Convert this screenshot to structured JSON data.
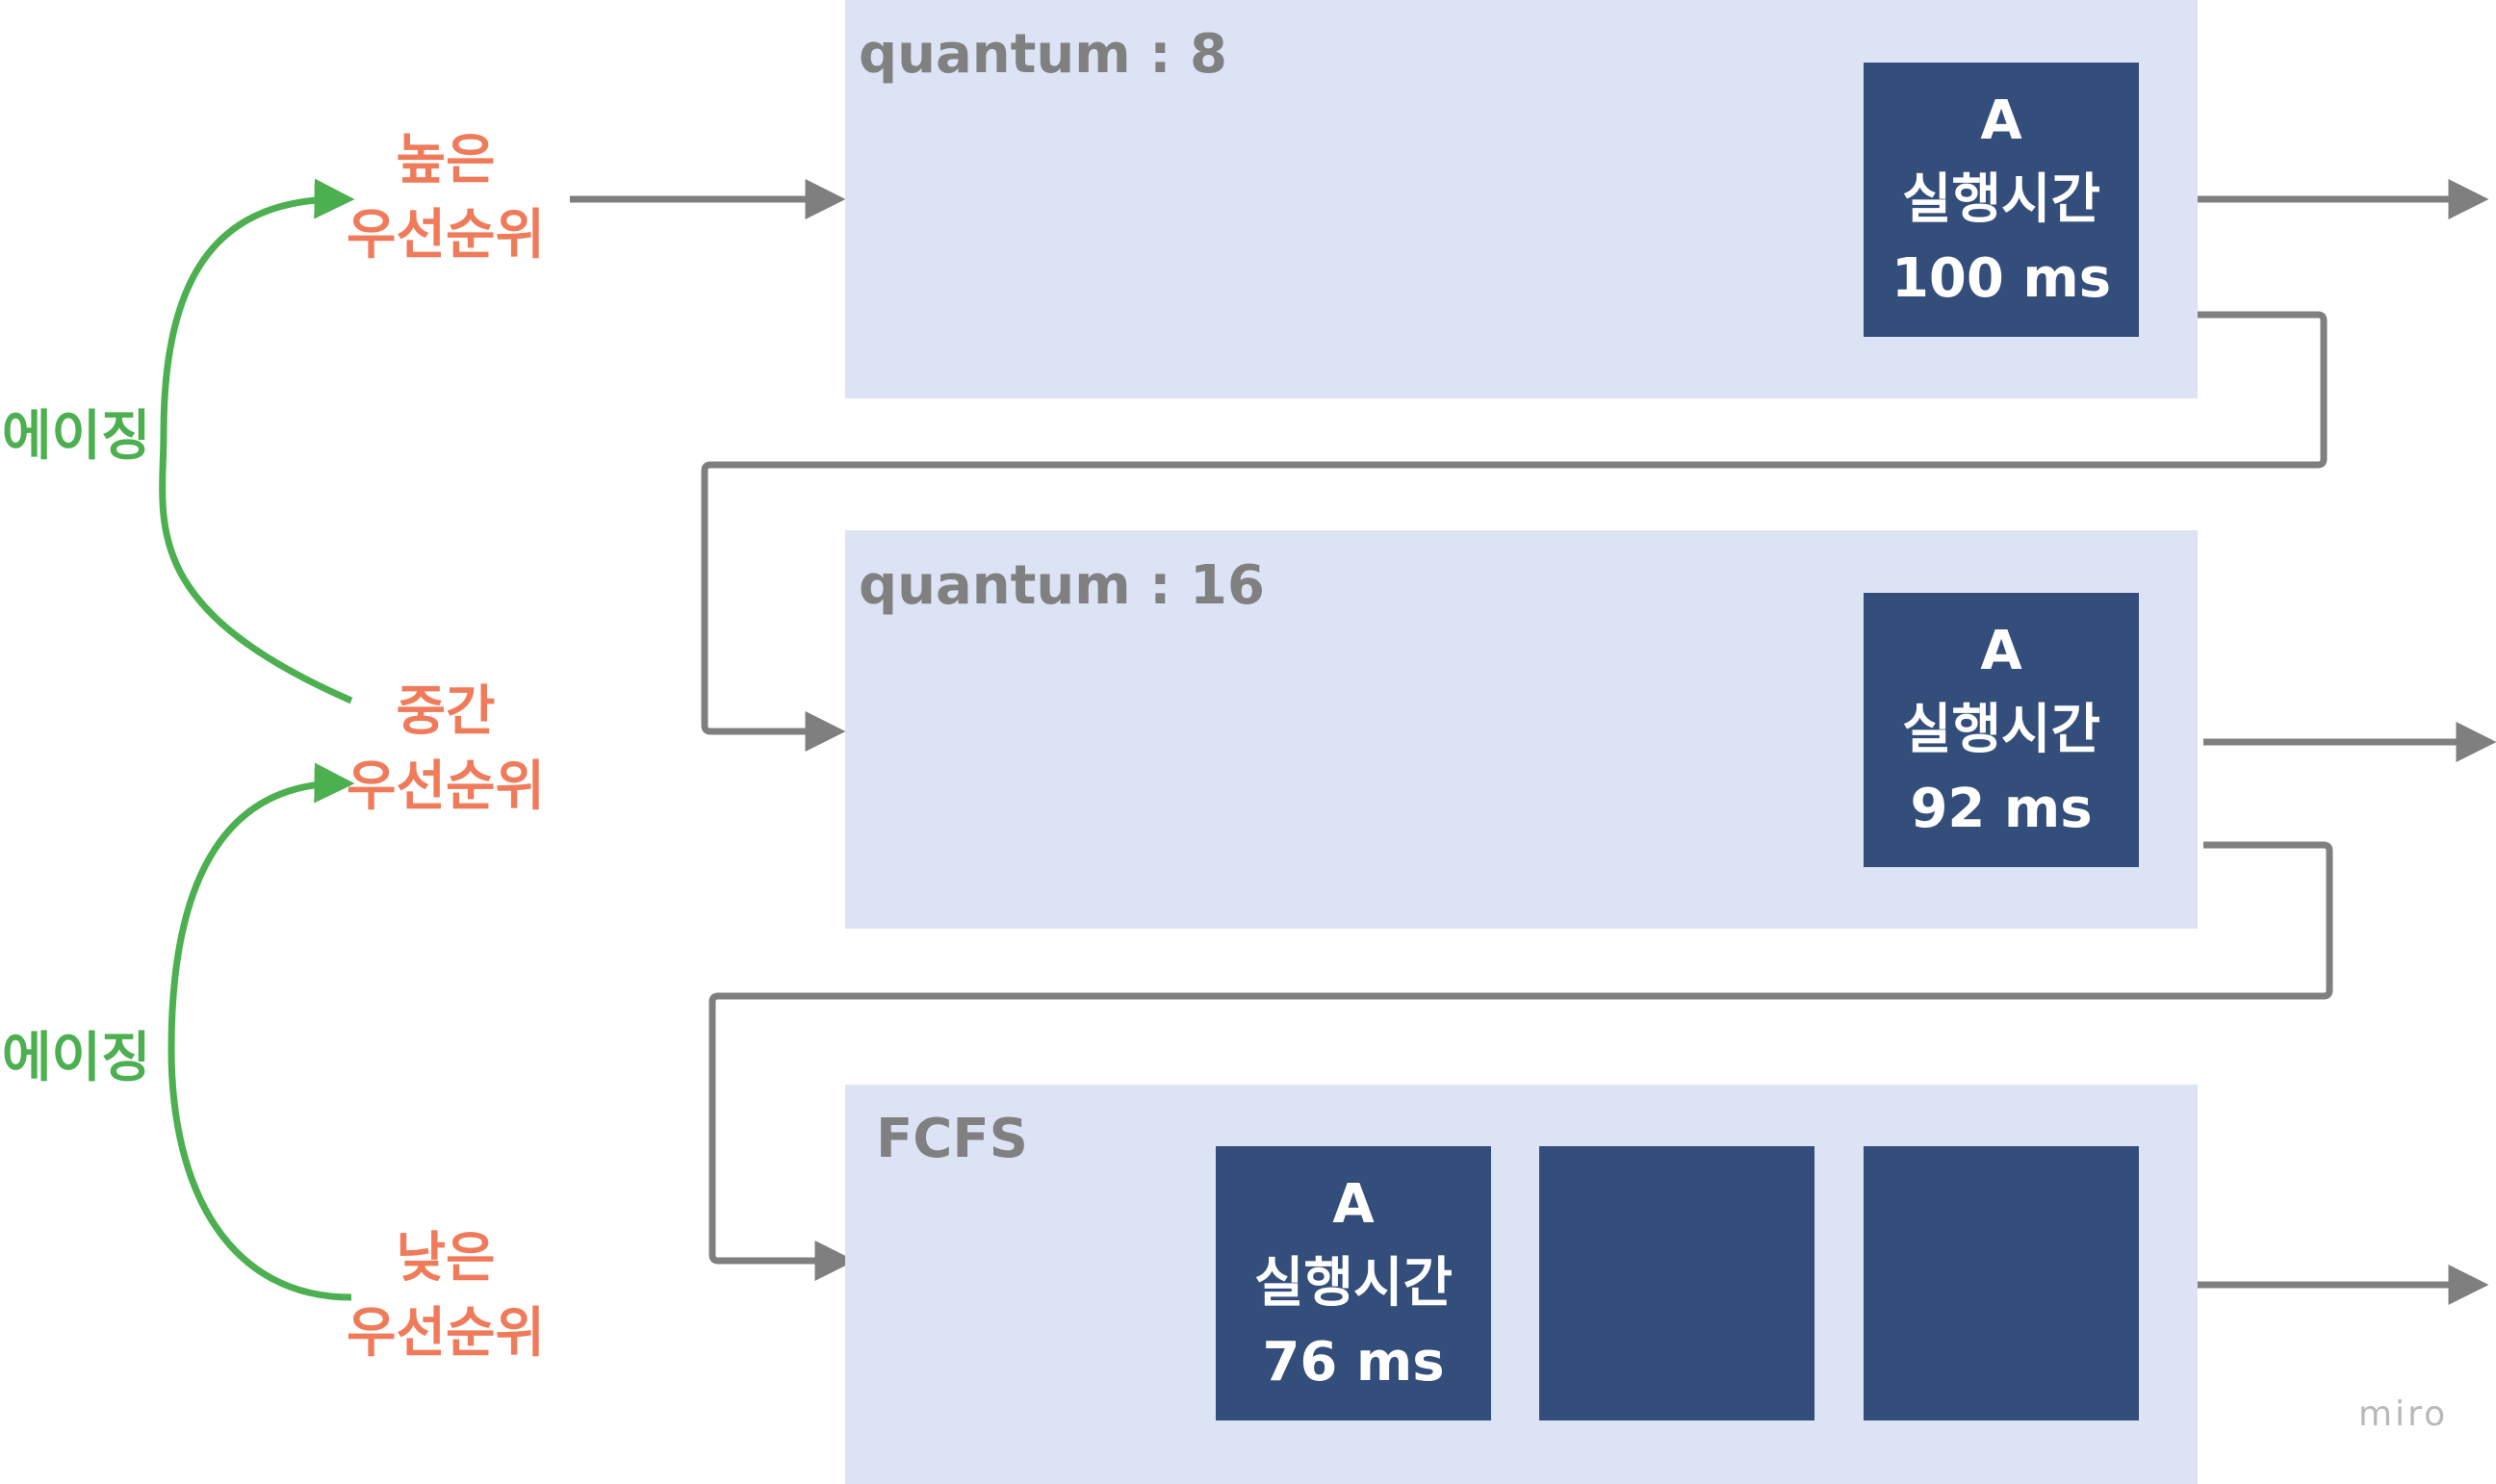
{
  "priorities": {
    "high": {
      "line1": "높은",
      "line2": "우선순위"
    },
    "mid": {
      "line1": "중간",
      "line2": "우선순위"
    },
    "low": {
      "line1": "낮은",
      "line2": "우선순위"
    }
  },
  "aging": {
    "upper": "에이징",
    "lower": "에이징"
  },
  "queues": [
    {
      "title": "quantum : 8",
      "process": {
        "name": "A",
        "label": "실행시간",
        "time": "100 ms"
      }
    },
    {
      "title": "quantum : 16",
      "process": {
        "name": "A",
        "label": "실행시간",
        "time": "92 ms"
      }
    },
    {
      "title": "FCFS",
      "process": {
        "name": "A",
        "label": "실행시간",
        "time": "76 ms"
      }
    }
  ],
  "brand": "miro",
  "colors": {
    "queue_bg": "#dbe3f5",
    "process_box": "#344e7c",
    "priority_text": "#ef7b5a",
    "aging": "#4caf50",
    "arrow": "#7f7f7f"
  }
}
